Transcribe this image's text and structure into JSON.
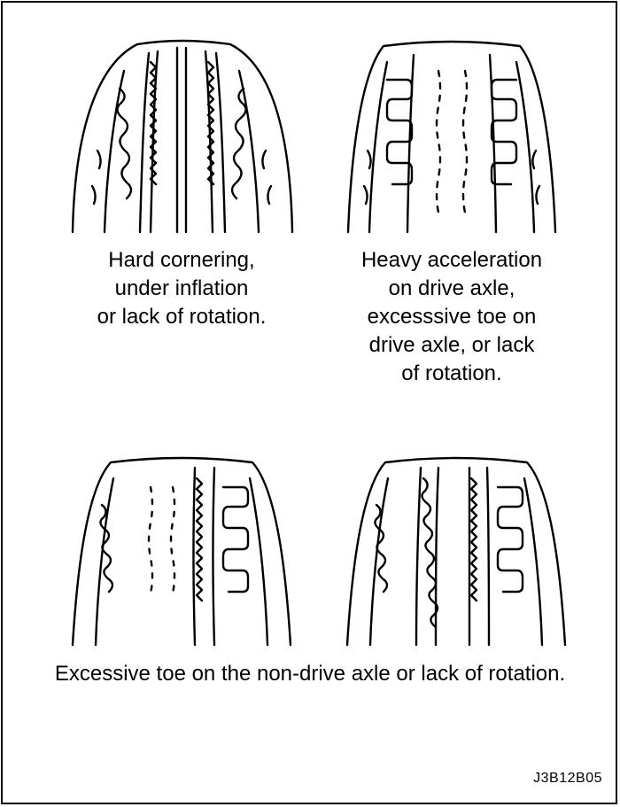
{
  "captions": {
    "top_left": "Hard cornering,\nunder inflation\nor lack of rotation.",
    "top_right": "Heavy acceleration\non drive axle,\nexcesssive toe on\ndrive axle, or lack\nof rotation.",
    "bottom": "Excessive toe on the non-drive axle or lack of rotation."
  },
  "figure_code": "J3B12B05",
  "icons": {
    "tire_1": "tire-wear-both-shoulders-icon",
    "tire_2": "tire-wear-center-grooves-icon",
    "tire_3": "tire-wear-right-side-icon",
    "tire_4": "tire-wear-feathered-right-icon"
  },
  "colors": {
    "line": "#000000",
    "background": "#ffffff"
  }
}
